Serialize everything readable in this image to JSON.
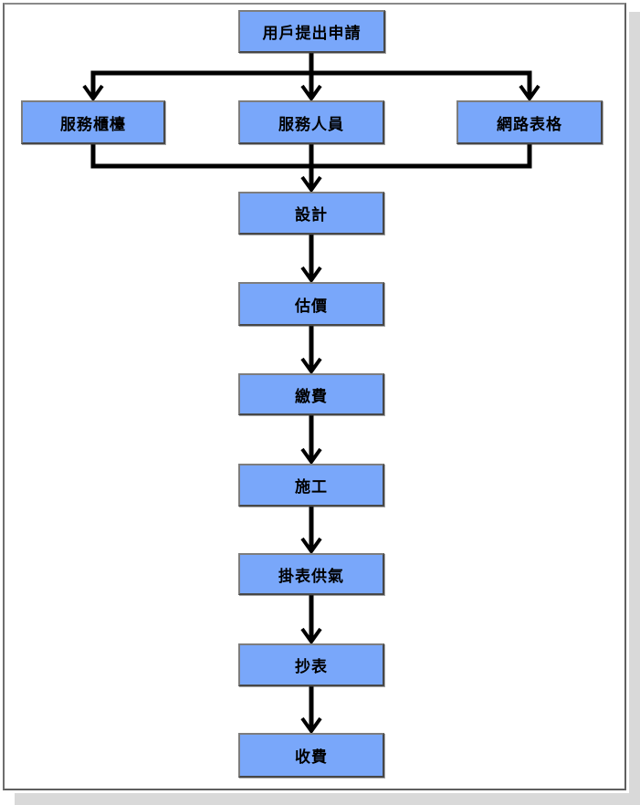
{
  "flowchart": {
    "nodes": [
      {
        "id": "apply",
        "label": "用戶提出申請"
      },
      {
        "id": "counter",
        "label": "服務櫃檯"
      },
      {
        "id": "staff",
        "label": "服務人員"
      },
      {
        "id": "webform",
        "label": "網路表格"
      },
      {
        "id": "design",
        "label": "設計"
      },
      {
        "id": "estimate",
        "label": "估價"
      },
      {
        "id": "pay",
        "label": "繳費"
      },
      {
        "id": "construct",
        "label": "施工"
      },
      {
        "id": "meter",
        "label": "掛表供氣"
      },
      {
        "id": "read",
        "label": "抄表"
      },
      {
        "id": "charge",
        "label": "收費"
      }
    ],
    "edges": [
      {
        "from": "apply",
        "to": "counter"
      },
      {
        "from": "apply",
        "to": "staff"
      },
      {
        "from": "apply",
        "to": "webform"
      },
      {
        "from": "counter",
        "to": "design"
      },
      {
        "from": "staff",
        "to": "design"
      },
      {
        "from": "webform",
        "to": "design"
      },
      {
        "from": "design",
        "to": "estimate"
      },
      {
        "from": "estimate",
        "to": "pay"
      },
      {
        "from": "pay",
        "to": "construct"
      },
      {
        "from": "construct",
        "to": "meter"
      },
      {
        "from": "meter",
        "to": "read"
      },
      {
        "from": "read",
        "to": "charge"
      }
    ]
  },
  "colors": {
    "node_fill": "#79A7FA",
    "node_border": "#4d4d4d",
    "arrow": "#000000",
    "page_border": "#5f5f5f",
    "page_shadow": "#D9D9D9"
  }
}
